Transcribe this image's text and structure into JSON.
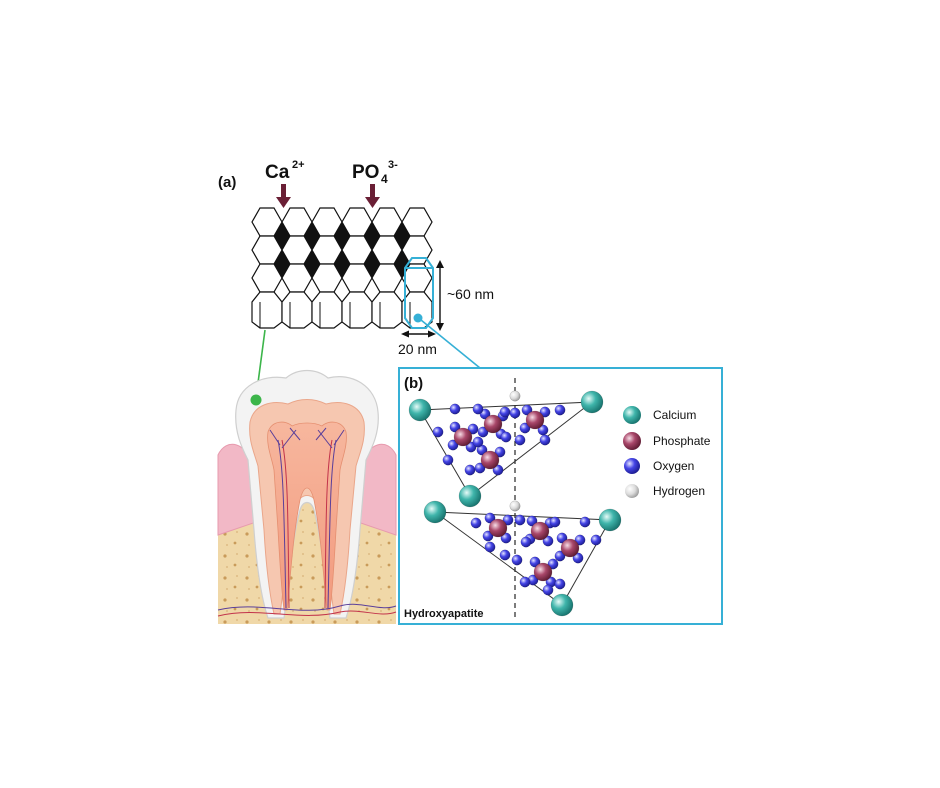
{
  "panel_a": {
    "tag": "(a)",
    "ion_ca": "Ca",
    "ion_ca_sup": "2+",
    "ion_po": "PO",
    "ion_po_sub": "4",
    "ion_po_sup": "3-",
    "height_label": "~60 nm",
    "width_label": "20 nm"
  },
  "panel_b": {
    "tag": "(b)",
    "footer": "Hydroxyapatite",
    "legend": [
      {
        "label": "Calcium",
        "color": "#2a9d95"
      },
      {
        "label": "Phosphate",
        "color": "#8c2f4f"
      },
      {
        "label": "Oxygen",
        "color": "#3232d8"
      },
      {
        "label": "Hydrogen",
        "color": "#d6d6d6"
      }
    ]
  },
  "colors": {
    "frame": "#36b0d6",
    "arrow": "#6a1f35",
    "green_dot": "#3cb54a",
    "enamel": "#f2f2f2",
    "gum": "#f2b8c6",
    "bone": "#f0d8a8"
  }
}
